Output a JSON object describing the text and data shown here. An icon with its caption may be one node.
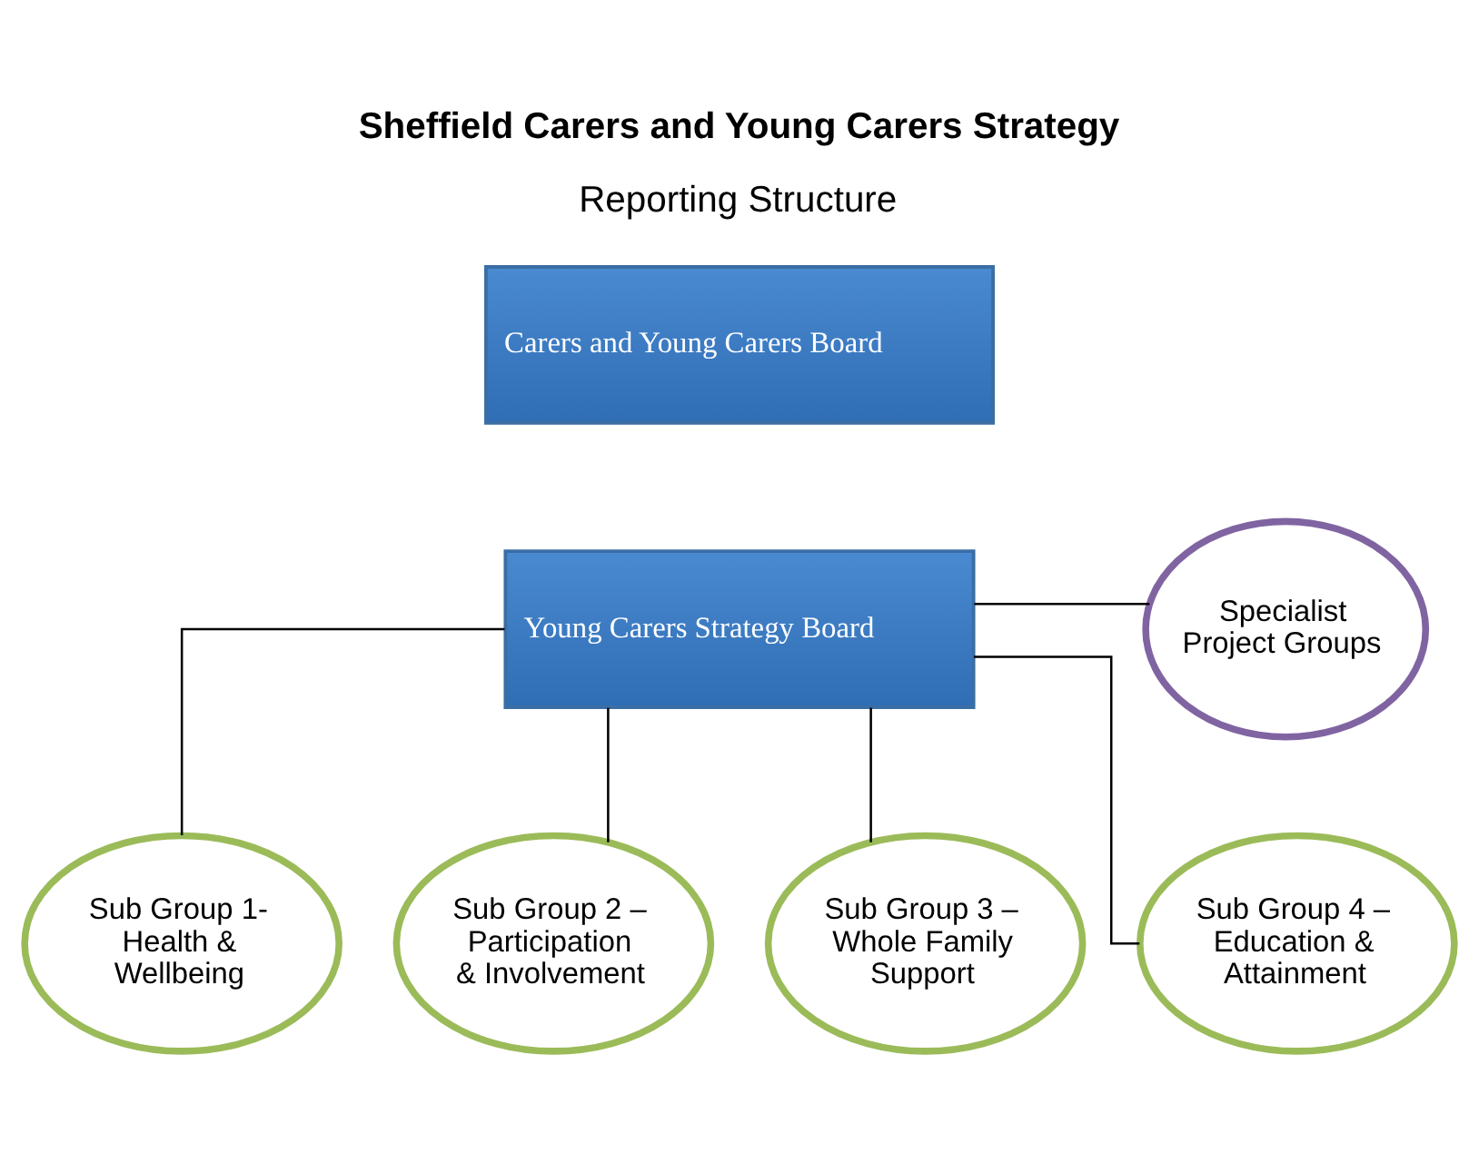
{
  "diagram": {
    "title": "Sheffield Carers and Young Carers Strategy",
    "caption": "Reporting Structure",
    "nodes": [
      {
        "text": [
          "Carers and Young Carers Board"
        ]
      },
      {
        "text": [
          "Young Carers Strategy Board"
        ]
      },
      {
        "text": [
          "Specialist Project Groups"
        ]
      },
      {
        "text": [
          "Sub Group 1- Health & Wellbeing"
        ]
      },
      {
        "text": [
          "Sub Group 2 – Participation & Involvement"
        ]
      },
      {
        "text": [
          "Sub Group 3 – Whole Family Support"
        ]
      },
      {
        "text": [
          "Sub Group 4 – Education & Attainment"
        ]
      }
    ],
    "edges": [
      {
        "from": 1,
        "to": 2,
        "arrow": "none"
      },
      {
        "from": 1,
        "to": 3,
        "arrow": "none"
      },
      {
        "from": 1,
        "to": 4,
        "arrow": "none"
      },
      {
        "from": 1,
        "to": 5,
        "arrow": "none"
      },
      {
        "from": 1,
        "to": 6,
        "arrow": "none"
      }
    ]
  }
}
